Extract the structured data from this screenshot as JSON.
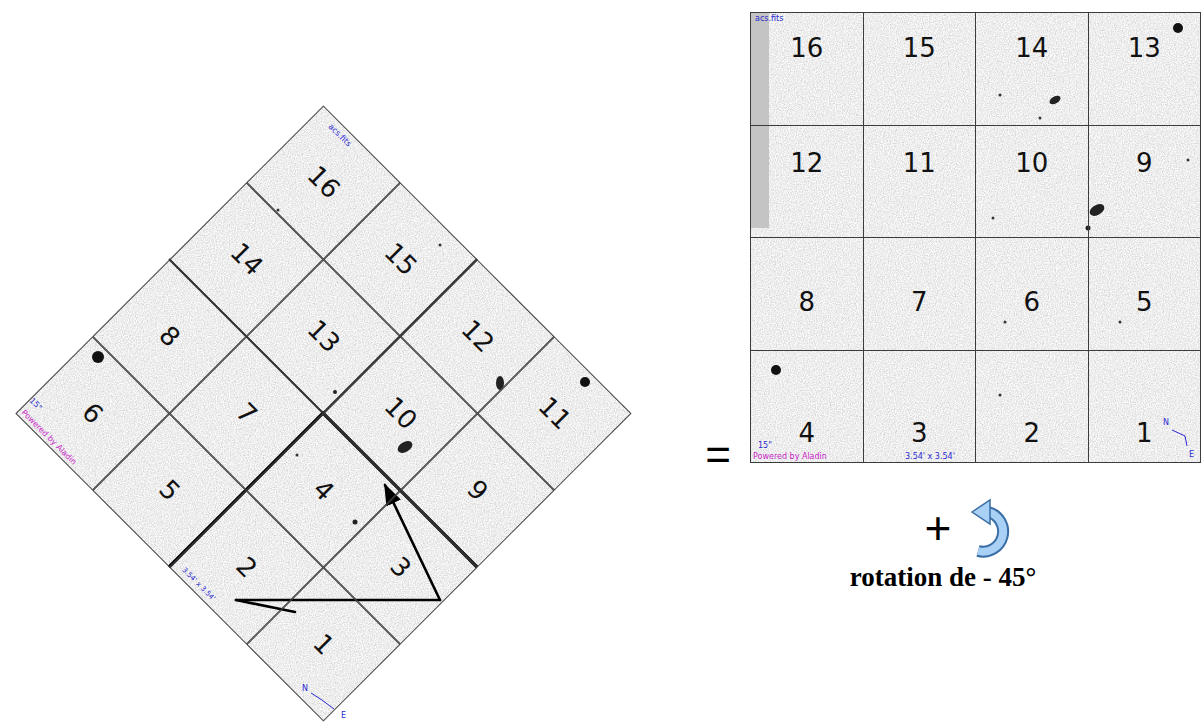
{
  "diagram": {
    "nodes": [
      {
        "text": [
          "16"
        ]
      },
      {
        "text": [
          "14"
        ]
      },
      {
        "text": [
          "15"
        ]
      },
      {
        "text": [
          "8"
        ]
      },
      {
        "text": [
          "13"
        ]
      },
      {
        "text": [
          "12"
        ]
      },
      {
        "text": [
          "6"
        ]
      },
      {
        "text": [
          "7"
        ]
      },
      {
        "text": [
          "10"
        ]
      },
      {
        "text": [
          "11"
        ]
      },
      {
        "text": [
          "5"
        ]
      },
      {
        "text": [
          "4"
        ]
      },
      {
        "text": [
          "9"
        ]
      },
      {
        "text": [
          "2"
        ]
      },
      {
        "text": [
          "3"
        ]
      },
      {
        "text": [
          "1"
        ]
      },
      {
        "text": [
          "16"
        ]
      },
      {
        "text": [
          "15"
        ]
      },
      {
        "text": [
          "14"
        ]
      },
      {
        "text": [
          "13"
        ]
      },
      {
        "text": [
          "12"
        ]
      },
      {
        "text": [
          "11"
        ]
      },
      {
        "text": [
          "10"
        ]
      },
      {
        "text": [
          "9"
        ]
      },
      {
        "text": [
          "8"
        ]
      },
      {
        "text": [
          "7"
        ]
      },
      {
        "text": [
          "6"
        ]
      },
      {
        "text": [
          "5"
        ]
      },
      {
        "text": [
          "4"
        ]
      },
      {
        "text": [
          "3"
        ]
      },
      {
        "text": [
          "2"
        ]
      },
      {
        "text": [
          "1"
        ]
      }
    ],
    "edges": [
      {
        "from": 15,
        "to": 13,
        "arrow": "none"
      },
      {
        "from": 13,
        "to": 14,
        "arrow": "none"
      },
      {
        "from": 14,
        "to": 11,
        "arrow": "to"
      }
    ],
    "labels": [
      "acs.fits",
      "15\"",
      "Powered by Aladin",
      "3.54' x 3.54'",
      "N",
      "E",
      "=",
      "acs.fits",
      "15\"",
      "Powered by Aladin",
      "3.54' x 3.54'",
      "N",
      "E",
      "+",
      "rotation de - 45°"
    ]
  }
}
